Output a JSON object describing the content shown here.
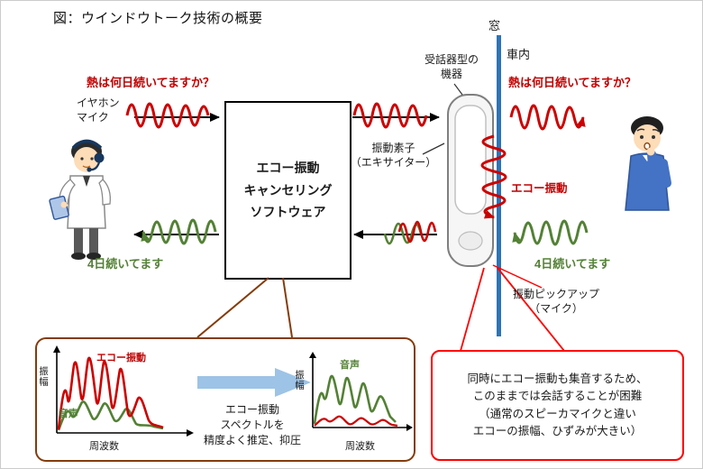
{
  "title": "図：ウインドウトーク技術の概要",
  "colors": {
    "red": "#c00000",
    "green": "#538135",
    "window_blue": "#2e74b5",
    "panel_border": "#843c0c",
    "note_border": "#ff0000",
    "process_arrow": "#9dc3e6"
  },
  "diagram": {
    "window_label": "窓",
    "car_label": "車内",
    "device_label": "受話器型の\n機器",
    "earphone_label": "イヤホン\nマイク",
    "question": "熱は何日続いてますか？",
    "software_box_label": "エコー振動\nキャンセリング\nソフトウェア",
    "exciter_label": "振動素子\n（エキサイター）",
    "echo_vibration_label": "エコー振動",
    "answer": "4日続いてます",
    "pickup_label": "振動ピックアップ\n（マイク）"
  },
  "analysis_panel": {
    "before_chart": {
      "ylabel": "振幅",
      "xlabel": "周波数",
      "echo_series_label": "エコー振動",
      "voice_series_label": "音声"
    },
    "process_text": "エコー振動\nスペクトルを\n精度よく推定、抑圧",
    "after_chart": {
      "ylabel": "振幅",
      "xlabel": "周波数",
      "voice_series_label": "音声"
    }
  },
  "note_box": {
    "text": "同時にエコー振動も集音するため、\nこのままでは会話することが困難\n（通常のスピーカマイクと違い\nエコーの振幅、ひずみが大きい）"
  },
  "chart_data": [
    {
      "type": "line",
      "xlabel": "周波数",
      "ylabel": "振幅",
      "series": [
        {
          "name": "エコー振動",
          "color": "#c00000",
          "values": [
            0.1,
            0.6,
            0.9,
            0.4,
            0.95,
            0.3,
            0.85,
            0.35,
            0.9,
            0.25,
            0.45,
            0.15
          ]
        },
        {
          "name": "音声",
          "color": "#538135",
          "values": [
            0.05,
            0.25,
            0.15,
            0.3,
            0.12,
            0.28,
            0.1,
            0.25,
            0.12,
            0.2,
            0.08,
            0.1
          ]
        }
      ]
    },
    {
      "type": "line",
      "xlabel": "周波数",
      "ylabel": "振幅",
      "series": [
        {
          "name": "音声",
          "color": "#538135",
          "values": [
            0.1,
            0.5,
            0.6,
            0.35,
            0.65,
            0.3,
            0.55,
            0.35,
            0.5,
            0.25,
            0.3,
            0.15
          ]
        },
        {
          "name": "エコー振動",
          "color": "#c00000",
          "values": [
            0.04,
            0.08,
            0.05,
            0.1,
            0.06,
            0.09,
            0.05,
            0.08,
            0.05,
            0.07,
            0.04,
            0.04
          ]
        }
      ]
    }
  ]
}
